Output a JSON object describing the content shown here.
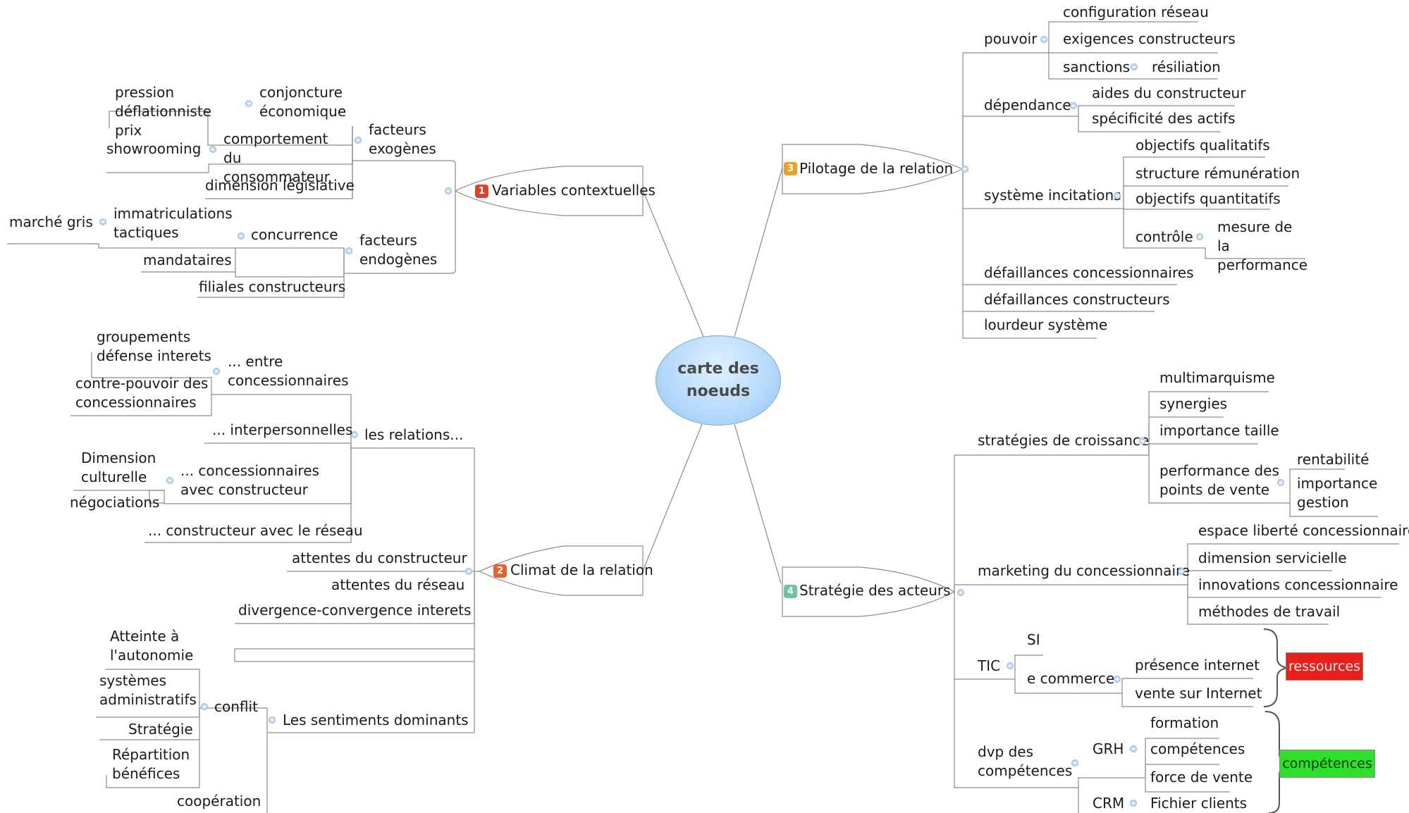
{
  "center": {
    "label": "carte des noeuds"
  },
  "branches": {
    "b1": {
      "num": "1",
      "label": "Variables contextuelles",
      "color": "#d9442b"
    },
    "b2": {
      "num": "2",
      "label": "Climat de la relation",
      "color": "#e0662c"
    },
    "b3": {
      "num": "3",
      "label": "Pilotage de la relation",
      "color": "#e8a22c"
    },
    "b4": {
      "num": "4",
      "label": "Stratégie des acteurs",
      "color": "#6ec49a"
    }
  },
  "labels": {
    "exogenes": "facteurs exogènes",
    "conjoncture": "conjoncture économique",
    "pression": "pression déflationniste prix",
    "comportement": "comportement du consommateur",
    "showrooming": "showrooming",
    "legislative": "dimension législative",
    "endogenes": "facteurs endogènes",
    "concurrence": "concurrence",
    "immat": "immatriculations tactiques",
    "marche_gris": "marché gris",
    "mandataires": "mandataires",
    "filiales": "filiales constructeurs",
    "relations": "les relations...",
    "entre_conc": "... entre concessionnaires",
    "groupements": "groupements défense interets",
    "contre_pouvoir": "contre-pouvoir des concessionnaires",
    "interpersonnelles": "... interpersonnelles",
    "conc_constructeur": "... concessionnaires avec constructeur",
    "dim_culturelle": "Dimension culturelle",
    "negociations": "négociations",
    "constructeur_reseau": "... constructeur avec le réseau",
    "attentes_constructeur": "attentes du constructeur",
    "attentes_reseau": "attentes du réseau",
    "divergence": "divergence-convergence interets",
    "sentiments": "Les sentiments dominants",
    "conflit": "conflit",
    "autonomie": "Atteinte à l'autonomie",
    "systemes_admin": "systèmes administratifs",
    "strategie": "Stratégie",
    "repartition": "Répartition bénéfices",
    "cooperation": "coopération",
    "pouvoir": "pouvoir",
    "config_reseau": "configuration réseau",
    "exigences": "exigences constructeurs",
    "sanctions": "sanctions",
    "resiliation": "résiliation",
    "dependance": "dépendance",
    "aides": "aides du constructeur",
    "specificite": "spécificité des actifs",
    "systeme_incit": "système incitations",
    "obj_qualitatifs": "objectifs qualitatifs",
    "structure_remu": "structure rémunération",
    "obj_quantitatifs": "objectifs quantitatifs",
    "controle": "contrôle",
    "mesure_perf": "mesure de la performance",
    "def_conc": "défaillances concessionnaires",
    "def_constr": "défaillances constructeurs",
    "lourdeur": "lourdeur système",
    "strat_croissance": "stratégies de croissance",
    "multimarquisme": "multimarquisme",
    "synergies": "synergies",
    "importance_taille": "importance taille",
    "performance_pv": "performance des points  de vente",
    "rentabilite": "rentabilité",
    "importance_gestion": "importance gestion",
    "marketing": "marketing du concessionnaire",
    "espace_liberte": "espace liberté concessionnaire",
    "dim_servicielle": "dimension servicielle",
    "innovations": "innovations concessionnaire",
    "methodes": "méthodes de travail",
    "tic": "TIC",
    "si": "SI",
    "ecommerce": "e commerce",
    "presence_internet": "présence internet",
    "vente_internet": "vente sur Internet",
    "dvp": "dvp des compétences",
    "grh": "GRH",
    "formation": "formation",
    "competences_item": "compétences",
    "force_vente": "force de vente",
    "crm": "CRM",
    "fichier_clients": "Fichier clients"
  },
  "tags": {
    "ressources": {
      "label": "ressources",
      "color": "#e8201c"
    },
    "competences": {
      "label": "compétences",
      "color": "#2ee02a"
    }
  }
}
